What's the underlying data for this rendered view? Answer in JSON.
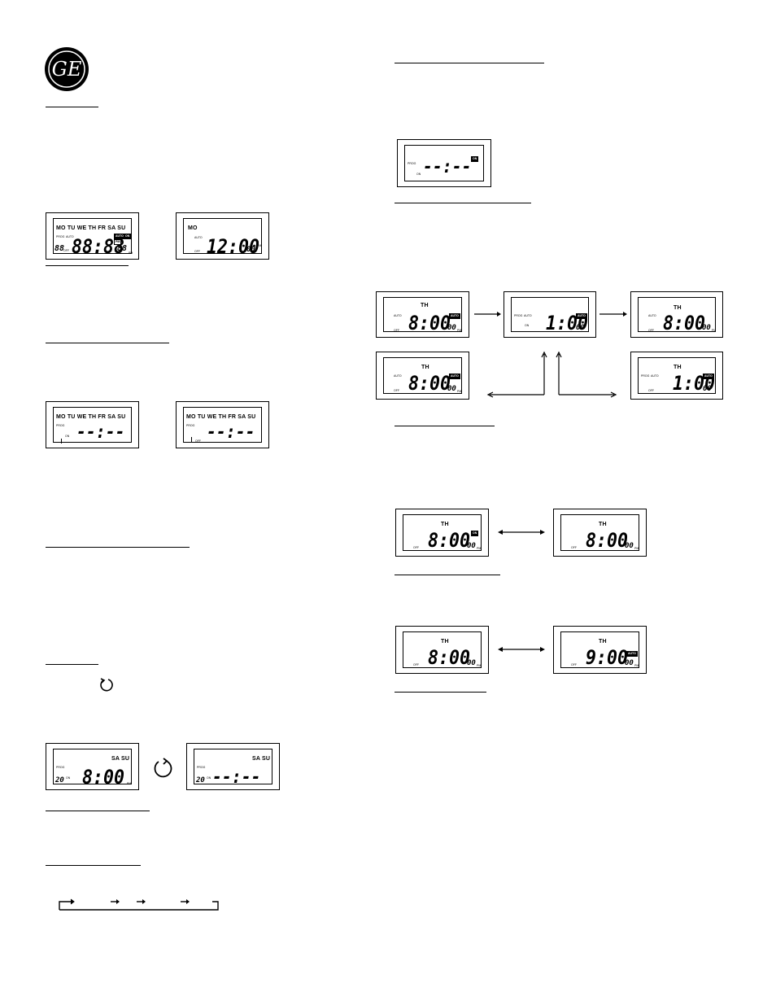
{
  "logo": {
    "letters": "GE",
    "icon": "ge-monogram-icon"
  },
  "left_column": {
    "panel_1": {
      "days": "MO TU WE TH FR SA SU",
      "small_labels": [
        "PROG",
        "AUTO",
        "OFF"
      ],
      "time": "88:88",
      "left_digits": "88",
      "right_digits": "88",
      "tags": [
        "AUTO",
        "ON",
        "PM"
      ],
      "suffix": "PM"
    },
    "panel_2": {
      "day": "MO",
      "label_auto": "AUTO",
      "label_off": "OFF",
      "time": "12:00",
      "seconds": "00",
      "suffix": "PM"
    },
    "panel_3": {
      "days": "MO TU WE TH FR SA SU",
      "prog": "PROG",
      "time": "--:--",
      "on": "ON"
    },
    "panel_4": {
      "days": "MO TU WE TH FR SA SU",
      "prog": "PROG",
      "time": "--:--",
      "off": "OFF"
    },
    "reset_icon": "reset-arrow-icon",
    "panel_5": {
      "days": "SA SU",
      "prog": "PROG",
      "program_no": "20",
      "on": "ON",
      "time": "8:00",
      "suffix": "PM"
    },
    "panel_6": {
      "days": "SA SU",
      "prog": "PROG",
      "program_no": "20",
      "on": "ON",
      "time": "--:--"
    }
  },
  "right_column": {
    "panel_a": {
      "prog": "PROG",
      "on": "ON",
      "time": "--:--",
      "tag": "ON"
    },
    "row_1": [
      {
        "day": "TH",
        "auto": "AUTO",
        "off": "OFF",
        "time": "8:00",
        "seconds": "00",
        "tag": "AUTO",
        "suffix": "PM"
      },
      {
        "day": "",
        "prog": "PROG",
        "auto": "AUTO",
        "on": "ON",
        "time": "1:00",
        "seconds": "00",
        "tag": "AUTO"
      },
      {
        "day": "TH",
        "auto": "AUTO",
        "off": "OFF",
        "time": "8:00",
        "seconds": "00",
        "suffix": "PM"
      }
    ],
    "row_2": [
      {
        "day": "TH",
        "auto": "AUTO",
        "off": "OFF",
        "time": "8:00",
        "seconds": "00",
        "tag": "AUTO",
        "suffix": "PM"
      },
      {
        "day": "TH",
        "prog": "PROG",
        "auto": "AUTO",
        "off": "OFF",
        "time": "1:00",
        "seconds": "00",
        "tag": "AUTO"
      }
    ],
    "pair_1": [
      {
        "day": "TH",
        "off": "OFF",
        "time": "8:00",
        "seconds": "00",
        "tag": "ON",
        "suffix": "PM"
      },
      {
        "day": "TH",
        "off": "OFF",
        "time": "8:00",
        "seconds": "00",
        "suffix": "PM"
      }
    ],
    "pair_2": [
      {
        "day": "TH",
        "off": "OFF",
        "time": "8:00",
        "seconds": "00",
        "suffix": "PM"
      },
      {
        "day": "TH",
        "off": "OFF",
        "time": "9:00",
        "seconds": "00",
        "tag": "AUTO",
        "suffix": "PM"
      }
    ]
  }
}
